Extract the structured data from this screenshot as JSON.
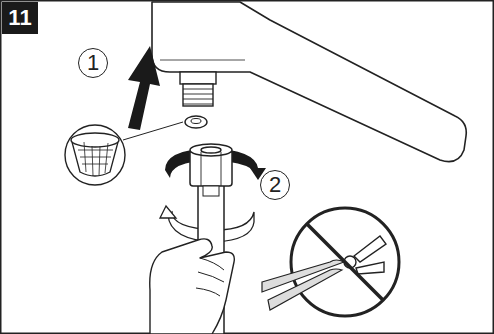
{
  "diagram": {
    "nodes": [
      {
        "text": [
          "11"
        ]
      },
      {
        "text": [
          "1"
        ]
      },
      {
        "text": [
          "2"
        ]
      }
    ]
  }
}
